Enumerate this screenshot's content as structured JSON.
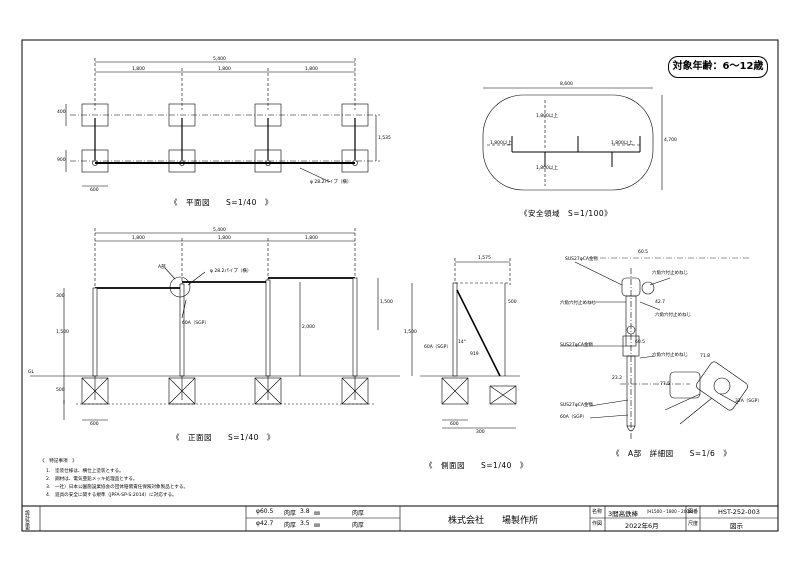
{
  "badge": "対象年齢：6～12歳",
  "views": {
    "plan": {
      "title": "《　平面図　　S=1/40　》",
      "total": "5,400",
      "spans": [
        "1,800",
        "1,800",
        "1,800"
      ],
      "dims": {
        "depth": "900",
        "base": "600",
        "post_off": "1,535",
        "h400": "400"
      },
      "pipe_label": "φ 28.2パイプ（横）"
    },
    "safety": {
      "title": "《安全領域　S=1/100》",
      "width": "8,600",
      "height": "4,700",
      "inner_a": "1,800以上",
      "inner_b": "1,800以上",
      "inner_c": "1,800以上",
      "inner_d": "1,800以上"
    },
    "front": {
      "title": "《　正面図　　S=1/40　》",
      "total": "5,400",
      "spans": [
        "1,800",
        "1,800",
        "1,800"
      ],
      "dims": {
        "h1": "1,500",
        "h2": "2,000",
        "h3": "1,500",
        "top": "300",
        "gl": "GL",
        "base": "600",
        "depth": "500"
      },
      "mark": "A部",
      "pipe_label": "φ 28.2パイプ（横）",
      "post_label": "60A（SGP）"
    },
    "side": {
      "title": "《　側面図　　S=1/40　》",
      "dims": {
        "top": "1,575",
        "h": "1,500",
        "h2": "500",
        "r1": "919",
        "ang": "14°",
        "base": "600",
        "d": "300"
      },
      "post_label": "60A（SGP）"
    },
    "detail": {
      "title": "《　A部　詳細図　　S=1/6　》",
      "labels": [
        "SUS27φCA金物",
        "六角穴付止めねじ",
        "六角穴付止めねじ",
        "SUS27φCA金物",
        "六角穴付止めねじ",
        "六角穴付止めねじ",
        "SUS27φCA金物",
        "60A（SGP）",
        "32A（SGP）"
      ],
      "dims": [
        "60.5",
        "42.7",
        "77.5",
        "60.5",
        "23.2",
        "71.8"
      ]
    }
  },
  "notes": {
    "title": "《　特記事項　》",
    "items": [
      "1.　塗装仕様は、横仕上塗装とする。",
      "2.　鋼材は、電気亜鉛メッキ処理品とする。",
      "3.　一社）日本公園施設業協会の団体賠償責任保険対象製品とする。",
      "4.　遊具の安全に関する規準（JPFA-SP-S:2014）に対応する。"
    ]
  },
  "title_block": {
    "left_label": "設計変更",
    "rows": [
      {
        "dia": "φ60.5",
        "thick_label": "肉厚",
        "thick": "3.8",
        "unit": "㎜",
        "remark": "肉厚"
      },
      {
        "dia": "φ42.7",
        "thick_label": "肉厚",
        "thick": "3.5",
        "unit": "㎜",
        "remark": "肉厚"
      }
    ],
    "company": "株式会社　　場製作所",
    "name_label": "名称",
    "name": "3間高鉄棒",
    "name_sub": "（H1500・1800・2000）",
    "date_label": "作図",
    "date": "2022年6月",
    "no_label": "図番",
    "drawing_no": "HST-252-003",
    "scale_label": "尺度",
    "scale": "図示"
  }
}
